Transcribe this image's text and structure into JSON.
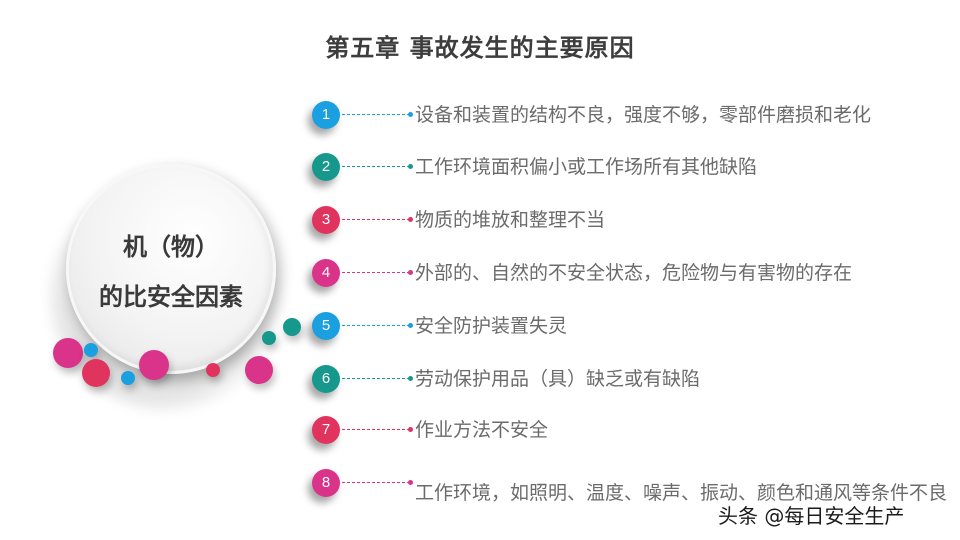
{
  "slide": {
    "title": "第五章  事故发生的主要原因",
    "center": {
      "line1": "机（物）",
      "line2": "的比安全因素"
    },
    "items": [
      {
        "number": "1",
        "text": "设备和装置的结构不良，强度不够，零部件磨损和老化",
        "color": "#1a9fe0"
      },
      {
        "number": "2",
        "text": "工作环境面积偏小或工作场所有其他缺陷",
        "color": "#16998c"
      },
      {
        "number": "3",
        "text": "物质的堆放和整理不当",
        "color": "#e0345e"
      },
      {
        "number": "4",
        "text": "外部的、自然的不安全状态，危险物与有害物的存在",
        "color": "#d9338a"
      },
      {
        "number": "5",
        "text": "安全防护装置失灵",
        "color": "#1a9fe0"
      },
      {
        "number": "6",
        "text": "劳动保护用品（具）缺乏或有缺陷",
        "color": "#16998c"
      },
      {
        "number": "7",
        "text": "作业方法不安全",
        "color": "#e0345e"
      },
      {
        "number": "8",
        "text": "工作环境，如照明、温度、噪声、振动、颜色和通风等条件不良",
        "color": "#d9338a"
      }
    ],
    "watermark": "头条 @每日安全生产"
  },
  "colors": {
    "blue": "#1a9fe0",
    "teal": "#16998c",
    "red": "#e0345e",
    "magenta": "#d9338a",
    "title_text": "#3d3d3d",
    "body_text": "#6b6b6b"
  }
}
